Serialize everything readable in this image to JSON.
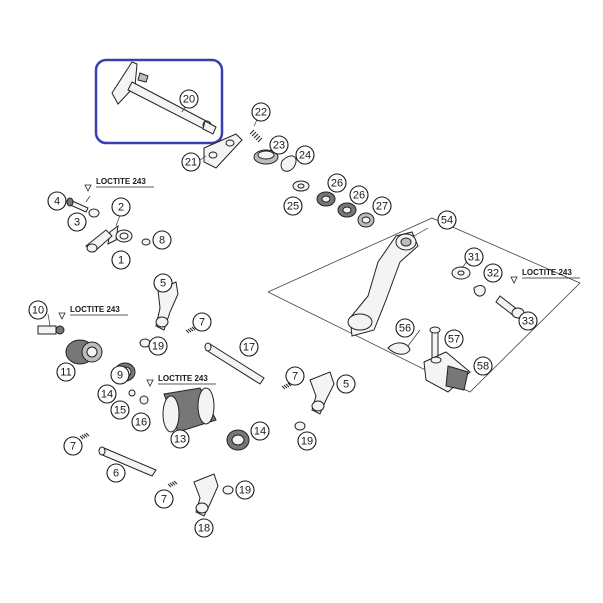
{
  "diagram": {
    "highlight_color": "#3a3fb0",
    "callouts": [
      {
        "id": "c20",
        "label": "20"
      },
      {
        "id": "c21",
        "label": "21"
      },
      {
        "id": "c22",
        "label": "22"
      },
      {
        "id": "c23",
        "label": "23"
      },
      {
        "id": "c24",
        "label": "24"
      },
      {
        "id": "c25",
        "label": "25"
      },
      {
        "id": "c26a",
        "label": "26"
      },
      {
        "id": "c26b",
        "label": "26"
      },
      {
        "id": "c27",
        "label": "27"
      },
      {
        "id": "c54",
        "label": "54"
      },
      {
        "id": "c31",
        "label": "31"
      },
      {
        "id": "c32",
        "label": "32"
      },
      {
        "id": "c33",
        "label": "33"
      },
      {
        "id": "c4",
        "label": "4"
      },
      {
        "id": "c3",
        "label": "3"
      },
      {
        "id": "c2",
        "label": "2"
      },
      {
        "id": "c1",
        "label": "1"
      },
      {
        "id": "c8",
        "label": "8"
      },
      {
        "id": "c5a",
        "label": "5"
      },
      {
        "id": "c7a",
        "label": "7"
      },
      {
        "id": "c19a",
        "label": "19"
      },
      {
        "id": "c10",
        "label": "10"
      },
      {
        "id": "c11",
        "label": "11"
      },
      {
        "id": "c17",
        "label": "17"
      },
      {
        "id": "c56",
        "label": "56"
      },
      {
        "id": "c57",
        "label": "57"
      },
      {
        "id": "c58",
        "label": "58"
      },
      {
        "id": "c9",
        "label": "9"
      },
      {
        "id": "c14a",
        "label": "14"
      },
      {
        "id": "c15",
        "label": "15"
      },
      {
        "id": "c16",
        "label": "16"
      },
      {
        "id": "c13",
        "label": "13"
      },
      {
        "id": "c14b",
        "label": "14"
      },
      {
        "id": "c7b",
        "label": "7"
      },
      {
        "id": "c5b",
        "label": "5"
      },
      {
        "id": "c19b",
        "label": "19"
      },
      {
        "id": "c7c",
        "label": "7"
      },
      {
        "id": "c6",
        "label": "6"
      },
      {
        "id": "c7d",
        "label": "7"
      },
      {
        "id": "c19c",
        "label": "19"
      },
      {
        "id": "c18",
        "label": "18"
      }
    ],
    "loctite_labels": [
      {
        "id": "l1",
        "text": "LOCTITE 243"
      },
      {
        "id": "l2",
        "text": "LOCTITE 243"
      },
      {
        "id": "l3",
        "text": "LOCTITE 243"
      },
      {
        "id": "l4",
        "text": "LOCTITE 243"
      }
    ]
  }
}
